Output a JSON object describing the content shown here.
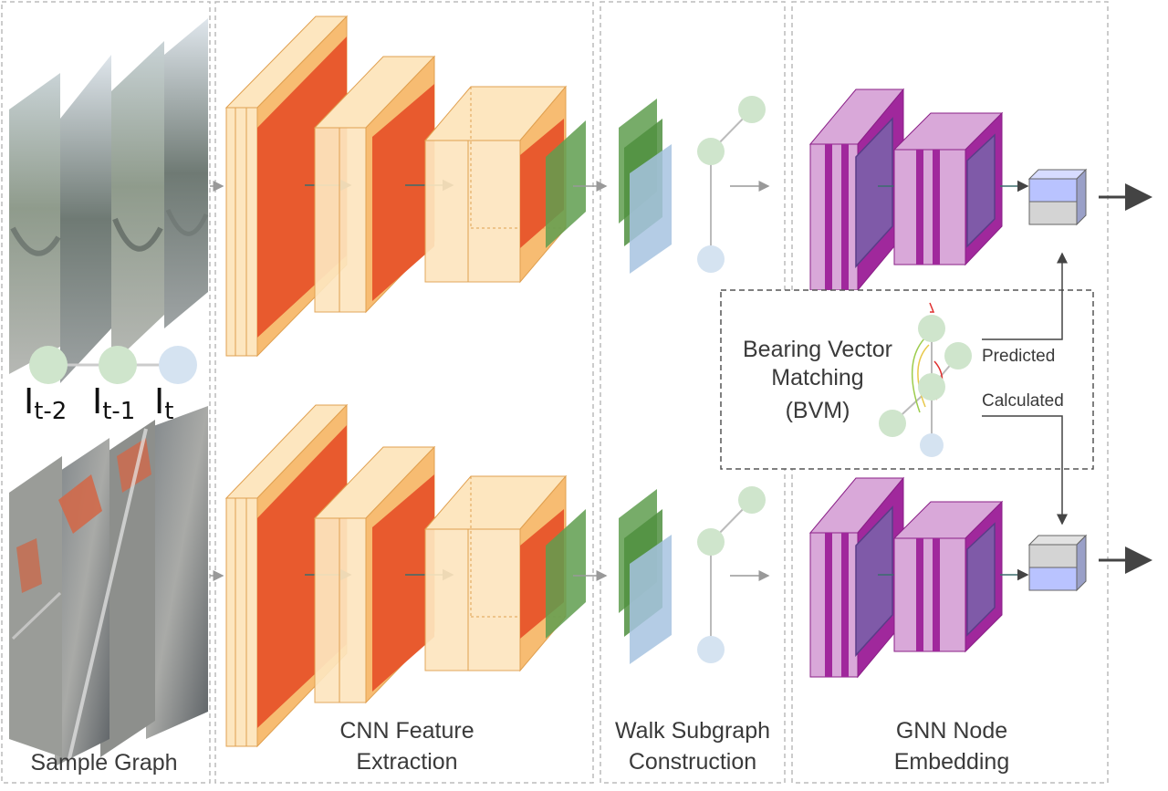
{
  "labels": {
    "sample_graph": "Sample Graph",
    "cnn_line1": "CNN Feature",
    "cnn_line2": "Extraction",
    "walk_line1": "Walk Subgraph",
    "walk_line2": "Construction",
    "gnn_line1": "GNN Node",
    "gnn_line2": "Embedding",
    "bvm_line1": "Bearing Vector",
    "bvm_line2": "Matching",
    "bvm_line3": "(BVM)",
    "predicted": "Predicted",
    "calculated": "Calculated"
  },
  "nodes": [
    {
      "main": "I",
      "sub": "t-2"
    },
    {
      "main": "I",
      "sub": "t-1"
    },
    {
      "main": "I",
      "sub": "t"
    }
  ],
  "colors": {
    "cnn_light": "#fde6bf",
    "cnn_mid": "#f7bc72",
    "cnn_red": "#e85a2e",
    "feature_green": "#5f9e4f",
    "feature_blue": "#a7c3e0",
    "node_green": "#cfe5cc",
    "node_blue": "#d5e3f1",
    "gnn_purple": "#a0289c",
    "gnn_light": "#d9a8d9",
    "gnn_inner": "#7f5aa8",
    "out_blue": "#b9c3ff",
    "out_gray": "#d4d4d4",
    "dashed": "#bbbbbb"
  }
}
